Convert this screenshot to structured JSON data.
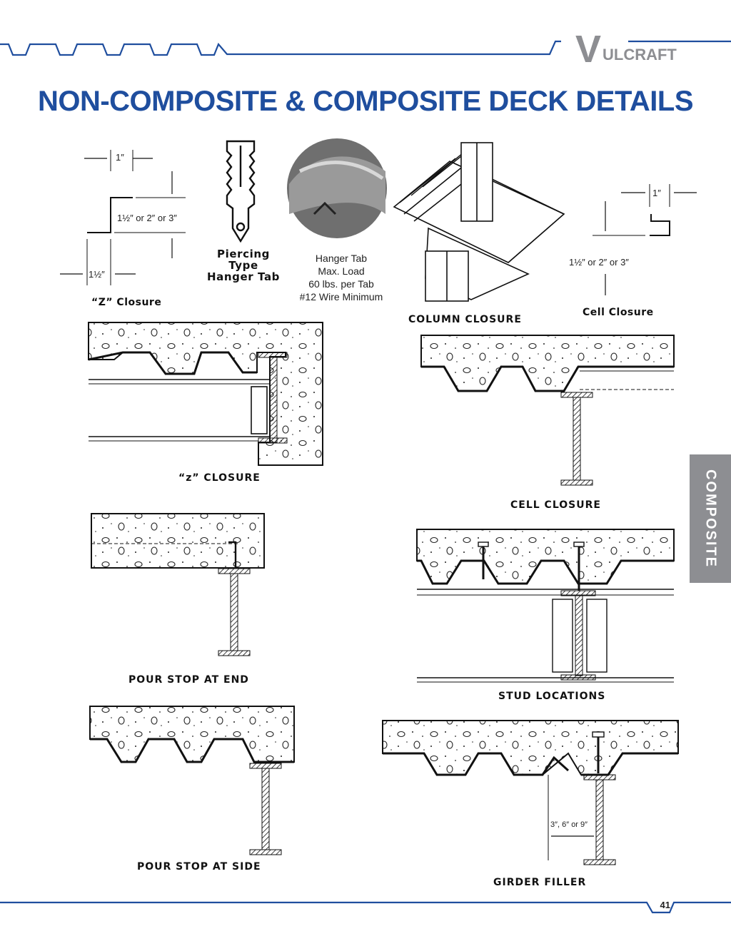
{
  "header": {
    "logo_initial": "V",
    "logo_rest": "ULCRAFT",
    "title": "NON-COMPOSITE & COMPOSITE DECK DETAILS"
  },
  "top_details": {
    "z_closure": {
      "dim_top": "1″",
      "dim_middle": "1½″ or 2″ or 3″",
      "dim_bottom": "1½″",
      "caption": "“Z” Closure"
    },
    "piercing_tab": {
      "caption_line1": "Piercing Type",
      "caption_line2": "Hanger Tab"
    },
    "hanger_tab_note": [
      "Hanger Tab",
      "Max. Load",
      "60 lbs. per Tab",
      "#12 Wire Minimum"
    ],
    "column_closure_caption": "COLUMN CLOSURE",
    "cell_closure": {
      "dim_top": "1″",
      "dim_middle": "1½″ or 2″ or 3″",
      "caption": "Cell Closure"
    }
  },
  "sections": {
    "z_closure_caption": "“z” CLOSURE",
    "cell_closure_caption": "CELL CLOSURE",
    "pour_stop_end_caption": "POUR STOP AT END",
    "stud_locations_caption": "STUD LOCATIONS",
    "pour_stop_side_caption": "POUR STOP AT SIDE",
    "girder_filler_caption": "GIRDER FILLER",
    "girder_filler_dim": "3″, 6″ or 9″"
  },
  "side_tab": {
    "label": "COMPOSITE"
  },
  "footer": {
    "page_number": "41"
  },
  "colors": {
    "brand_blue": "#1f4e9e",
    "tab_gray": "#8d8e92"
  }
}
